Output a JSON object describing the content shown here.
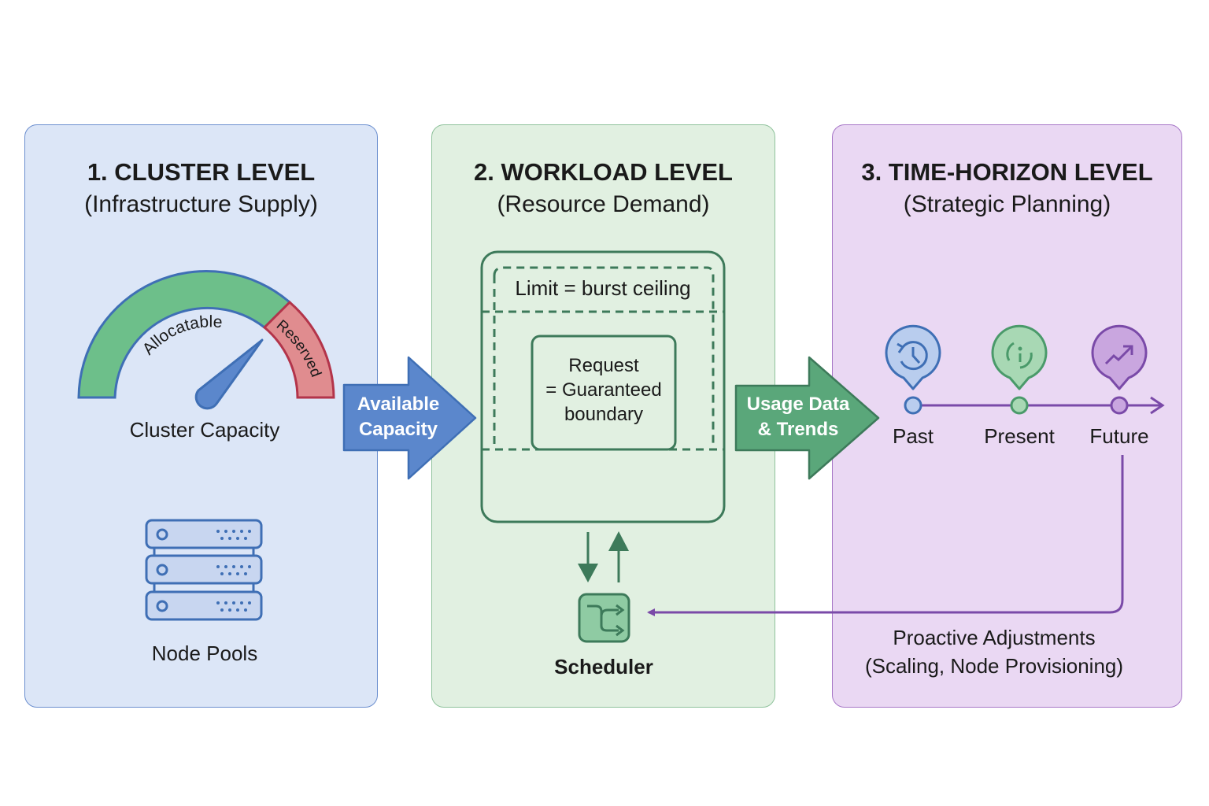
{
  "panels": [
    {
      "title": "1. CLUSTER LEVEL",
      "subtitle": "(Infrastructure Supply)",
      "gauge": {
        "label": "Cluster Capacity",
        "segments": [
          {
            "label": "Allocatable",
            "color": "#6dbf8a",
            "fraction": 0.8
          },
          {
            "label": "Reserved",
            "color": "#e08c8f",
            "fraction": 0.2
          }
        ],
        "needle_color": "#5b87cc"
      },
      "node_pools_label": "Node Pools"
    },
    {
      "title": "2. WORKLOAD LEVEL",
      "subtitle": "(Resource Demand)",
      "limit_label": "Limit = burst ceiling",
      "request_lines": [
        "Request",
        "= Guaranteed",
        "boundary"
      ],
      "scheduler_label": "Scheduler"
    },
    {
      "title": "3. TIME-HORIZON LEVEL",
      "subtitle": "(Strategic Planning)",
      "timeline": [
        {
          "label": "Past",
          "icon": "history-icon",
          "color": "#3f6fb5",
          "fill": "#b9cdee"
        },
        {
          "label": "Present",
          "icon": "info-icon",
          "color": "#4a9a6a",
          "fill": "#a8d8b4"
        },
        {
          "label": "Future",
          "icon": "trend-up-icon",
          "color": "#7a4aa8",
          "fill": "#c9a6df"
        }
      ],
      "feedback_lines": [
        "Proactive Adjustments",
        "(Scaling, Node Provisioning)"
      ]
    }
  ],
  "connectors": [
    {
      "lines": [
        "Available",
        "Capacity"
      ],
      "color": "#5b87cc"
    },
    {
      "lines": [
        "Usage Data",
        "& Trends"
      ],
      "color": "#5aa77a"
    }
  ],
  "colors": {
    "blue_stroke": "#3f6fb5",
    "green_stroke": "#3d7a5a",
    "purple_stroke": "#7a4aa8",
    "reserved_stroke": "#b3344a"
  }
}
